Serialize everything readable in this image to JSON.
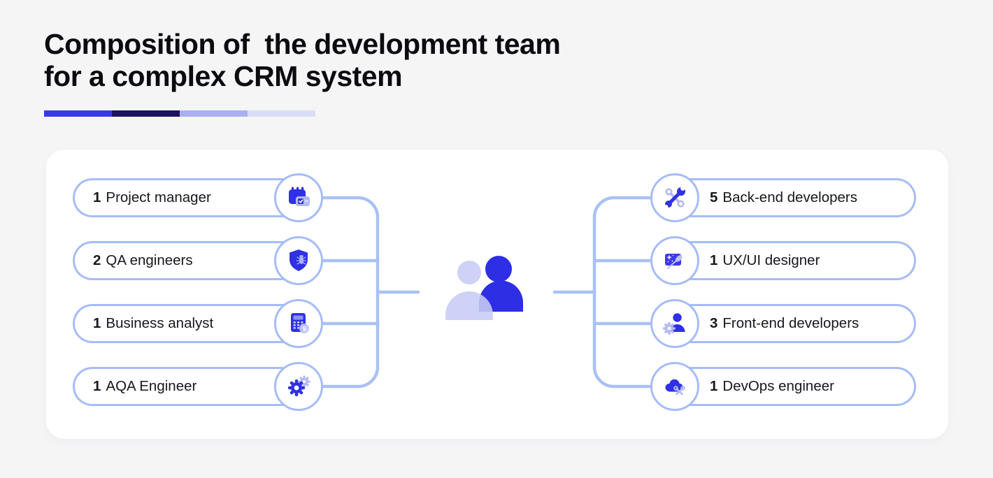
{
  "page": {
    "background": "#f5f5f6"
  },
  "header": {
    "title_line1": "Composition of  the development team",
    "title_line2": "for a complex CRM system",
    "accent_bar_colors": [
      "#3639ee",
      "#1b1460",
      "#a8b1ee",
      "#dbddf6"
    ]
  },
  "diagram": {
    "center_icon": "team-people-icon",
    "left_items": [
      {
        "count": "1",
        "label": "Project manager",
        "icon": "calendar-check-icon"
      },
      {
        "count": "2",
        "label": "QA engineers",
        "icon": "shield-bug-icon"
      },
      {
        "count": "1",
        "label": "Business analyst",
        "icon": "calculator-dollar-icon"
      },
      {
        "count": "1",
        "label": "AQA Engineer",
        "icon": "gears-icon"
      }
    ],
    "right_items": [
      {
        "count": "5",
        "label": "Back-end developers",
        "icon": "wrench-screwdriver-icon"
      },
      {
        "count": "1",
        "label": "UX/UI designer",
        "icon": "design-canvas-brush-icon"
      },
      {
        "count": "3",
        "label": "Front-end developers",
        "icon": "person-gear-icon"
      },
      {
        "count": "1",
        "label": "DevOps engineer",
        "icon": "cloud-wrench-icon"
      }
    ],
    "colors": {
      "icon_primary": "#3030e4",
      "icon_secondary": "#b2b9f3",
      "pill_border": "#a6bcf6",
      "connector": "#a9c1f5",
      "card_background": "#ffffff"
    }
  }
}
